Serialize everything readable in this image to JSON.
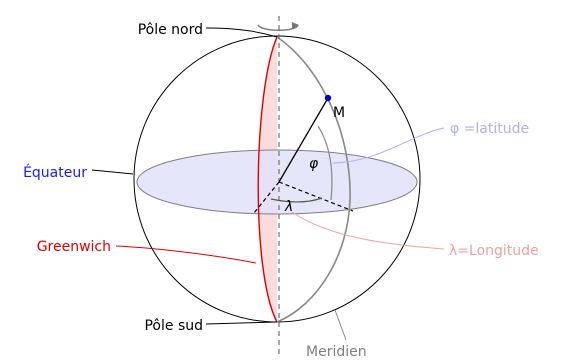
{
  "labels": {
    "north_pole": "Pôle nord",
    "south_pole": "Pôle sud",
    "equator": "Équateur",
    "greenwich": "Greenwich",
    "point": "M",
    "phi_symbol": "φ",
    "lambda_symbol": "λ",
    "latitude": "φ =latitude",
    "longitude": "λ=Longitude",
    "meridian": "Meridien"
  },
  "colors": {
    "sphere": "#000000",
    "equator_fill": "#e2e2fa",
    "equator_stroke": "#7e7e86",
    "greenwich": "#e00000",
    "greenwich_fill": "#fbdcdc",
    "meridian": "#808080",
    "axis": "#707070",
    "point": "#0000cc",
    "equator_label": "#1a1aff",
    "greenwich_label": "#e00000",
    "latitude_label": "#b0b0ee",
    "longitude_label": "#f0a0a0",
    "meridian_label": "#808080"
  }
}
